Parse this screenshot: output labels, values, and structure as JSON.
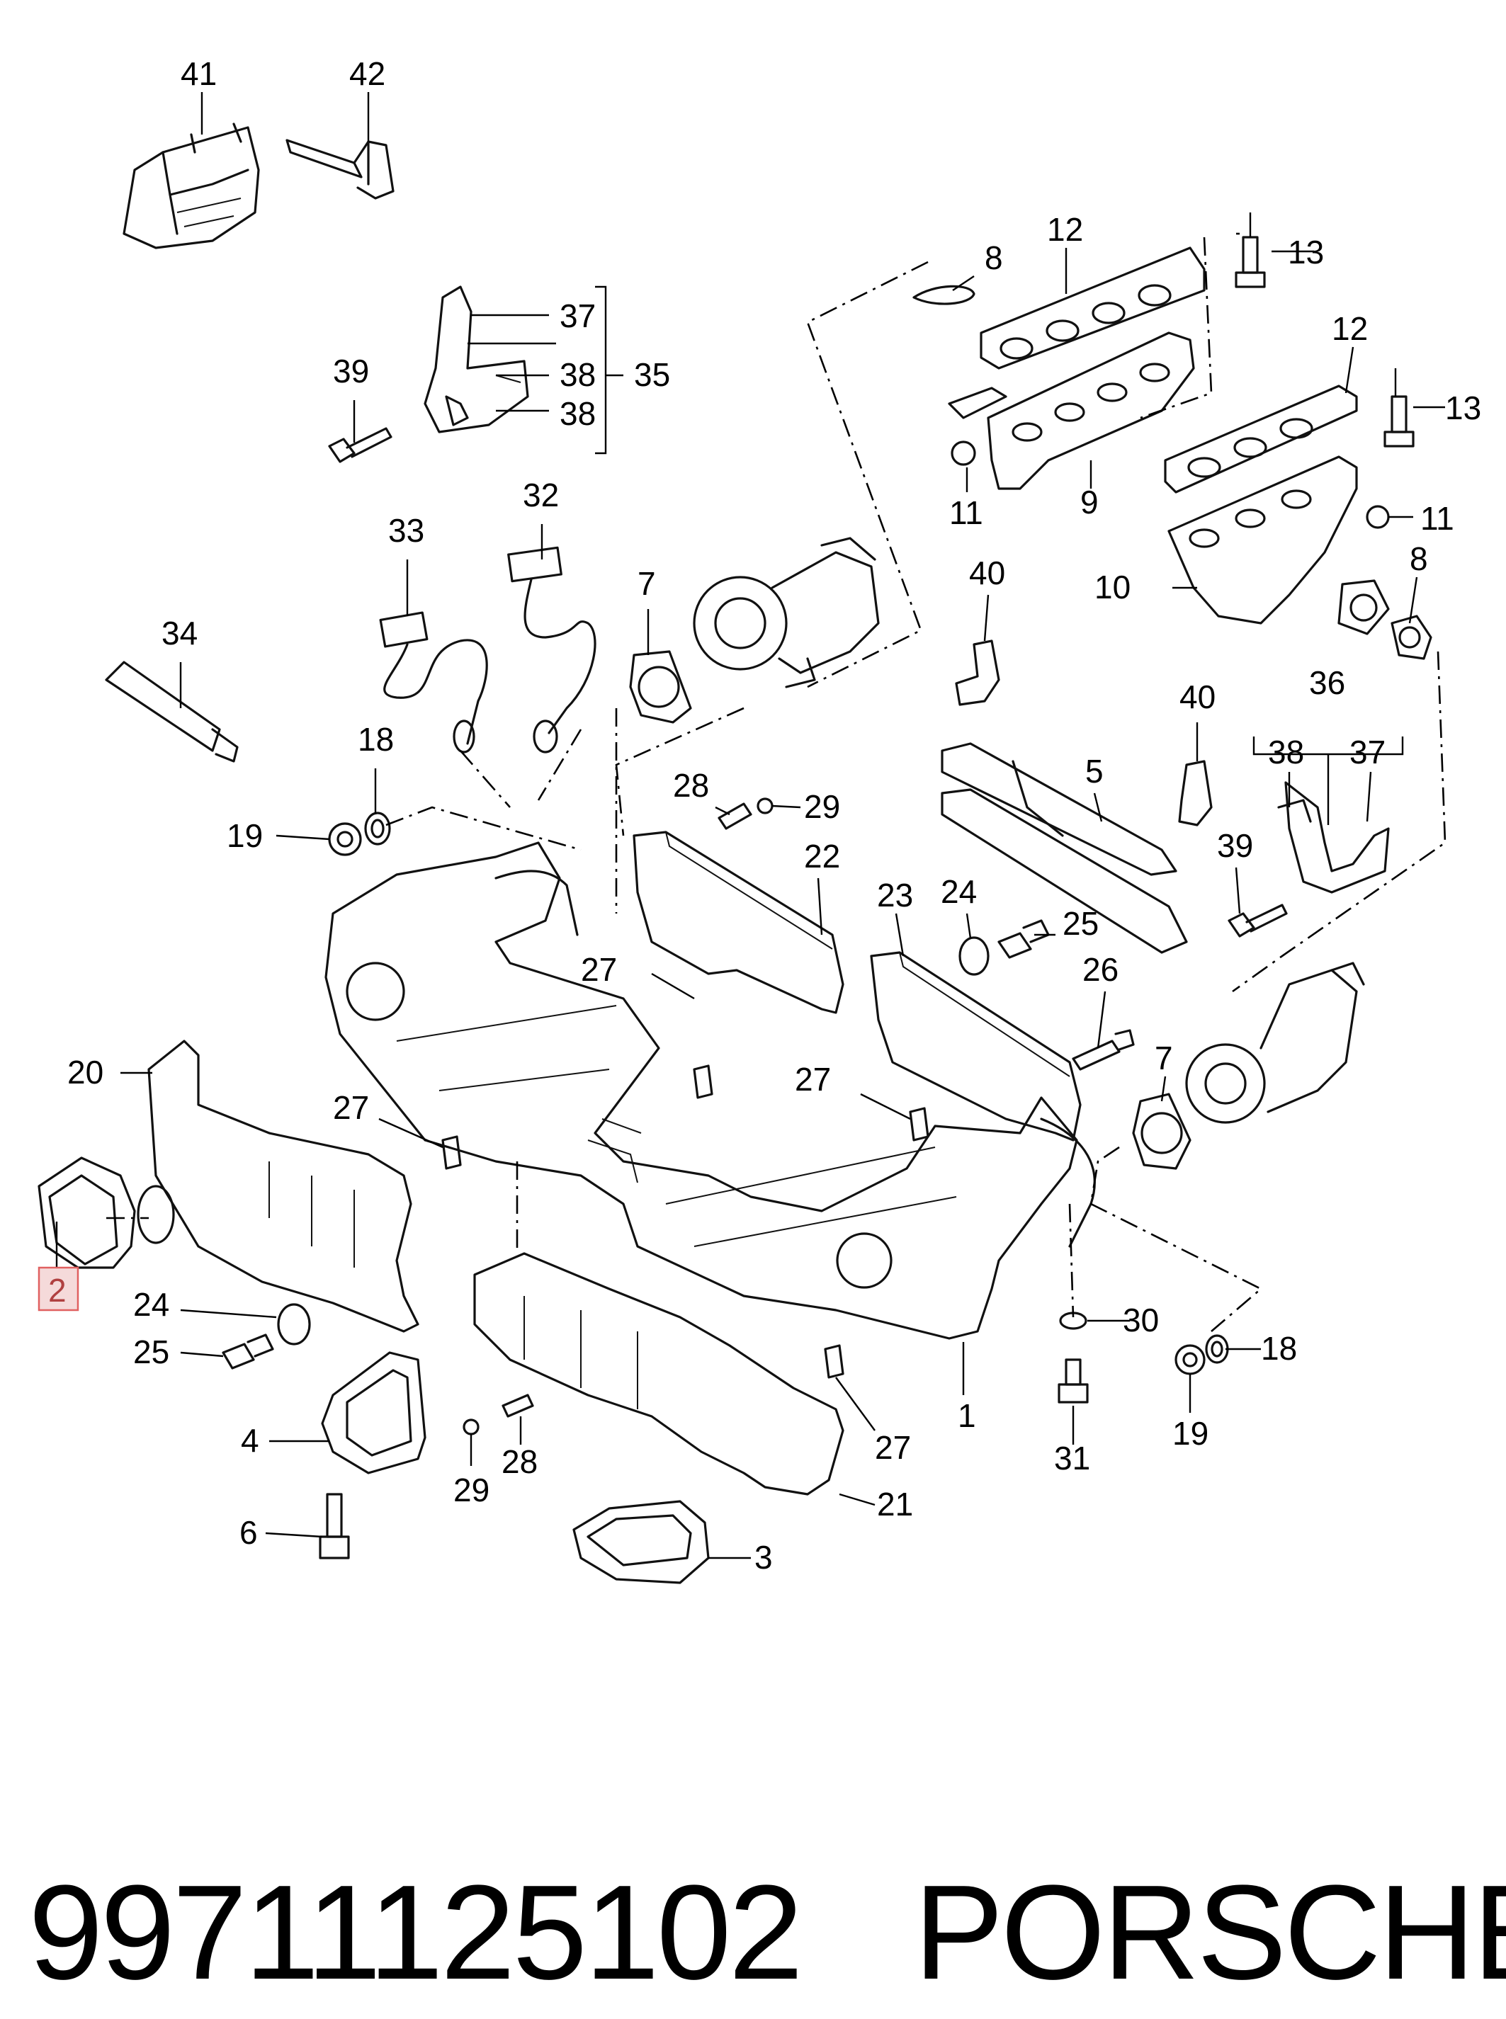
{
  "labels": {
    "l1": "1",
    "l2": "2",
    "l3": "3",
    "l4": "4",
    "l5": "5",
    "l6": "6",
    "l7a": "7",
    "l7b": "7",
    "l8a": "8",
    "l8b": "8",
    "l9": "9",
    "l10": "10",
    "l11a": "11",
    "l11b": "11",
    "l12a": "12",
    "l12b": "12",
    "l13a": "13",
    "l13b": "13",
    "l18a": "18",
    "l18b": "18",
    "l19a": "19",
    "l19b": "19",
    "l20": "20",
    "l21": "21",
    "l22": "22",
    "l23": "23",
    "l24a": "24",
    "l24b": "24",
    "l25a": "25",
    "l25b": "25",
    "l26": "26",
    "l27a": "27",
    "l27b": "27",
    "l27c": "27",
    "l27d": "27",
    "l28a": "28",
    "l28b": "28",
    "l29a": "29",
    "l29b": "29",
    "l30": "30",
    "l31": "31",
    "l32": "32",
    "l33": "33",
    "l34": "34",
    "l35": "35",
    "l36": "36",
    "l37a": "37",
    "l37b": "37",
    "l38a": "38",
    "l38b": "38",
    "l38c": "38",
    "l39a": "39",
    "l39b": "39",
    "l40a": "40",
    "l40b": "40",
    "l41": "41",
    "l42": "42"
  },
  "highlighted_label": "2",
  "footer": {
    "part_number": "99711125102",
    "brand": "PORSCHE"
  }
}
